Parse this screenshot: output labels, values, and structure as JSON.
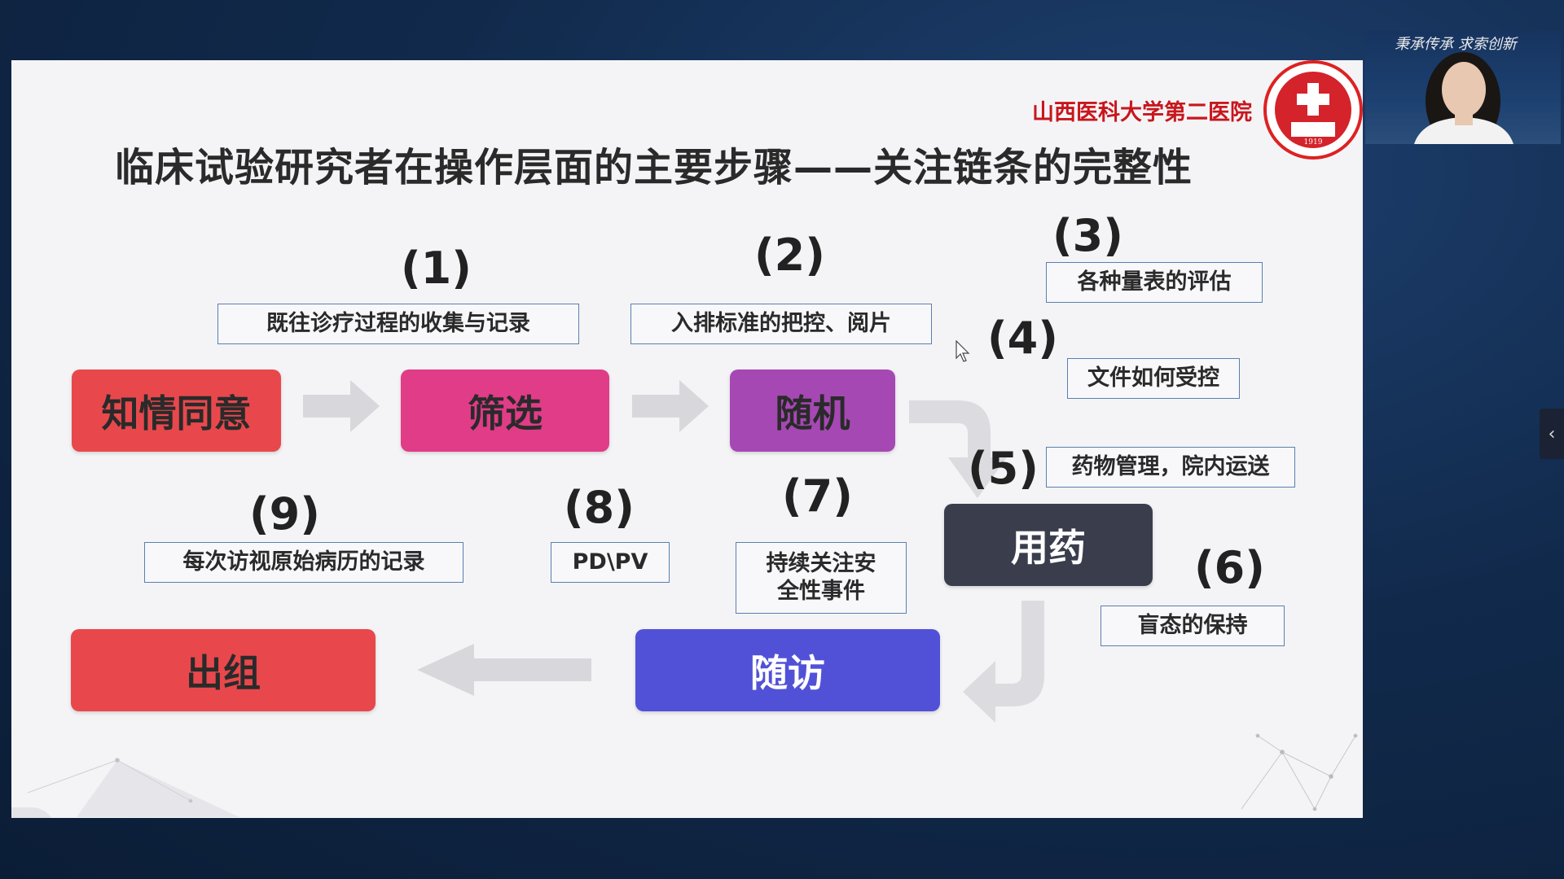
{
  "slide": {
    "title": "临床试验研究者在操作层面的主要步骤——关注链条的完整性",
    "hospital_name": "山西医科大学第二医院",
    "logo_year": "1919"
  },
  "flow": {
    "boxes": [
      {
        "id": "informed-consent",
        "label": "知情同意",
        "color": "#e8484c"
      },
      {
        "id": "screening",
        "label": "筛选",
        "color": "#e03c88"
      },
      {
        "id": "randomization",
        "label": "随机",
        "color": "#a648b4"
      },
      {
        "id": "medication",
        "label": "用药",
        "color": "#3a3e4c"
      },
      {
        "id": "follow-up",
        "label": "随访",
        "color": "#5151d8"
      },
      {
        "id": "exit",
        "label": "出组",
        "color": "#e8484c"
      }
    ],
    "steps": [
      {
        "num": "(1)",
        "label": "既往诊疗过程的收集与记录"
      },
      {
        "num": "(2)",
        "label": "入排标准的把控、阅片"
      },
      {
        "num": "(3)",
        "label": "各种量表的评估"
      },
      {
        "num": "(4)",
        "label": "文件如何受控"
      },
      {
        "num": "(5)",
        "label": "药物管理，院内运送"
      },
      {
        "num": "(6)",
        "label": "盲态的保持"
      },
      {
        "num": "(7)",
        "label_line1": "持续关注安",
        "label_line2": "全性事件"
      },
      {
        "num": "(8)",
        "label": "PD\\PV"
      },
      {
        "num": "(9)",
        "label": "每次访视原始病历的记录"
      }
    ]
  },
  "camera": {
    "overlay_text": "秉承传承 求索创新"
  },
  "controls": {
    "side_tab_icon": "chevron-left-icon",
    "slide_nav_icon": "chevron-right-icon"
  }
}
